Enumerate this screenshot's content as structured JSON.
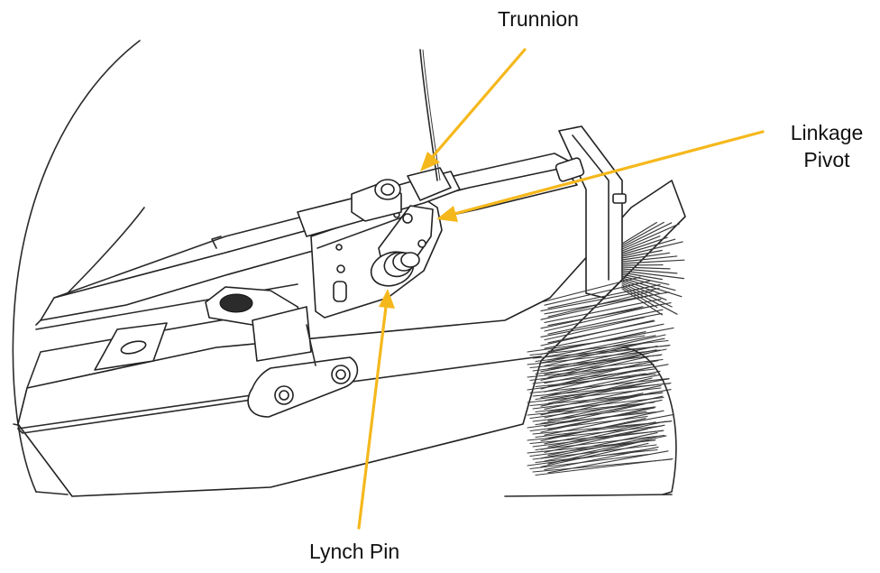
{
  "labels": {
    "trunnion": "Trunnion",
    "linkage_line1": "Linkage",
    "linkage_line2": "Pivot",
    "lynch_pin": "Lynch Pin"
  },
  "colors": {
    "leader": "#F5B81C",
    "line": "#2a2a2a",
    "background": "#ffffff"
  }
}
